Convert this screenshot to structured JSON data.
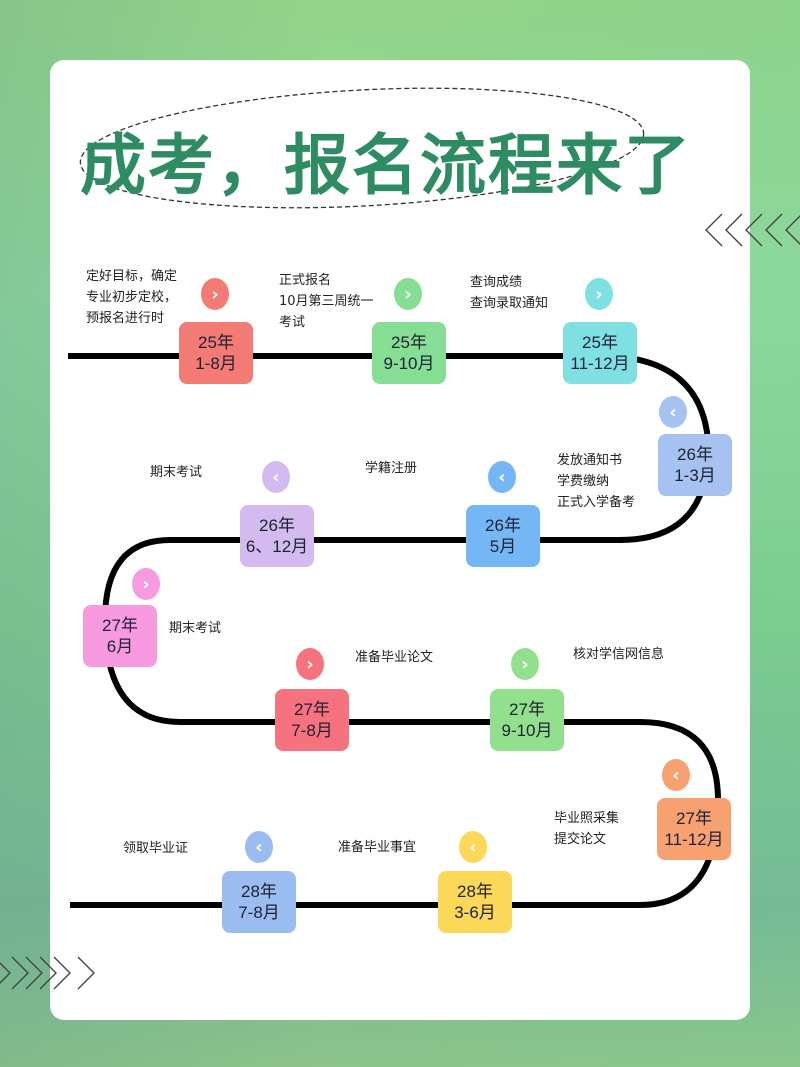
{
  "title": "成考，报名流程来了",
  "colors": {
    "title": "#2e8c62",
    "path": "#000000",
    "background_green": "#8fd9a0"
  },
  "steps": [
    {
      "year": "25年",
      "months": "1-8月",
      "color": "#f47a74",
      "chevron": "right",
      "desc": [
        "定好目标，确定",
        "专业初步定校，",
        "预报名进行时"
      ]
    },
    {
      "year": "25年",
      "months": "9-10月",
      "color": "#86de95",
      "chevron": "right",
      "desc": [
        "正式报名",
        "10月第三周统一",
        "考试"
      ]
    },
    {
      "year": "25年",
      "months": "11-12月",
      "color": "#7fe0e4",
      "chevron": "right",
      "desc": [
        "查询成绩",
        "查询录取通知"
      ]
    },
    {
      "year": "26年",
      "months": "1-3月",
      "color": "#a6c2f0",
      "chevron": "left",
      "desc": [
        "发放通知书",
        "学费缴纳",
        "正式入学备考"
      ]
    },
    {
      "year": "26年",
      "months": "5月",
      "color": "#75b7f5",
      "chevron": "left",
      "desc": [
        "学籍注册"
      ]
    },
    {
      "year": "26年",
      "months": "6、12月",
      "color": "#d3bbef",
      "chevron": "left",
      "desc": [
        "期末考试"
      ]
    },
    {
      "year": "27年",
      "months": "6月",
      "color": "#f79ae0",
      "chevron": "right",
      "desc": [
        "期末考试"
      ]
    },
    {
      "year": "27年",
      "months": "7-8月",
      "color": "#f5727e",
      "chevron": "right",
      "desc": [
        "准备毕业论文"
      ]
    },
    {
      "year": "27年",
      "months": "9-10月",
      "color": "#92e08e",
      "chevron": "right",
      "desc": [
        "核对学信网信息"
      ]
    },
    {
      "year": "27年",
      "months": "11-12月",
      "color": "#f7a070",
      "chevron": "left",
      "desc": [
        "毕业照采集",
        "提交论文"
      ]
    },
    {
      "year": "28年",
      "months": "3-6月",
      "color": "#fbd857",
      "chevron": "left",
      "desc": [
        "准备毕业事宜"
      ]
    },
    {
      "year": "28年",
      "months": "7-8月",
      "color": "#9bbcf0",
      "chevron": "left",
      "desc": [
        "领取毕业证"
      ]
    }
  ],
  "icons": {
    "chevron_right": "›",
    "chevron_left": "‹",
    "deco_left_arrows": "‹‹‹‹‹",
    "deco_right_arrows": "›››››"
  }
}
